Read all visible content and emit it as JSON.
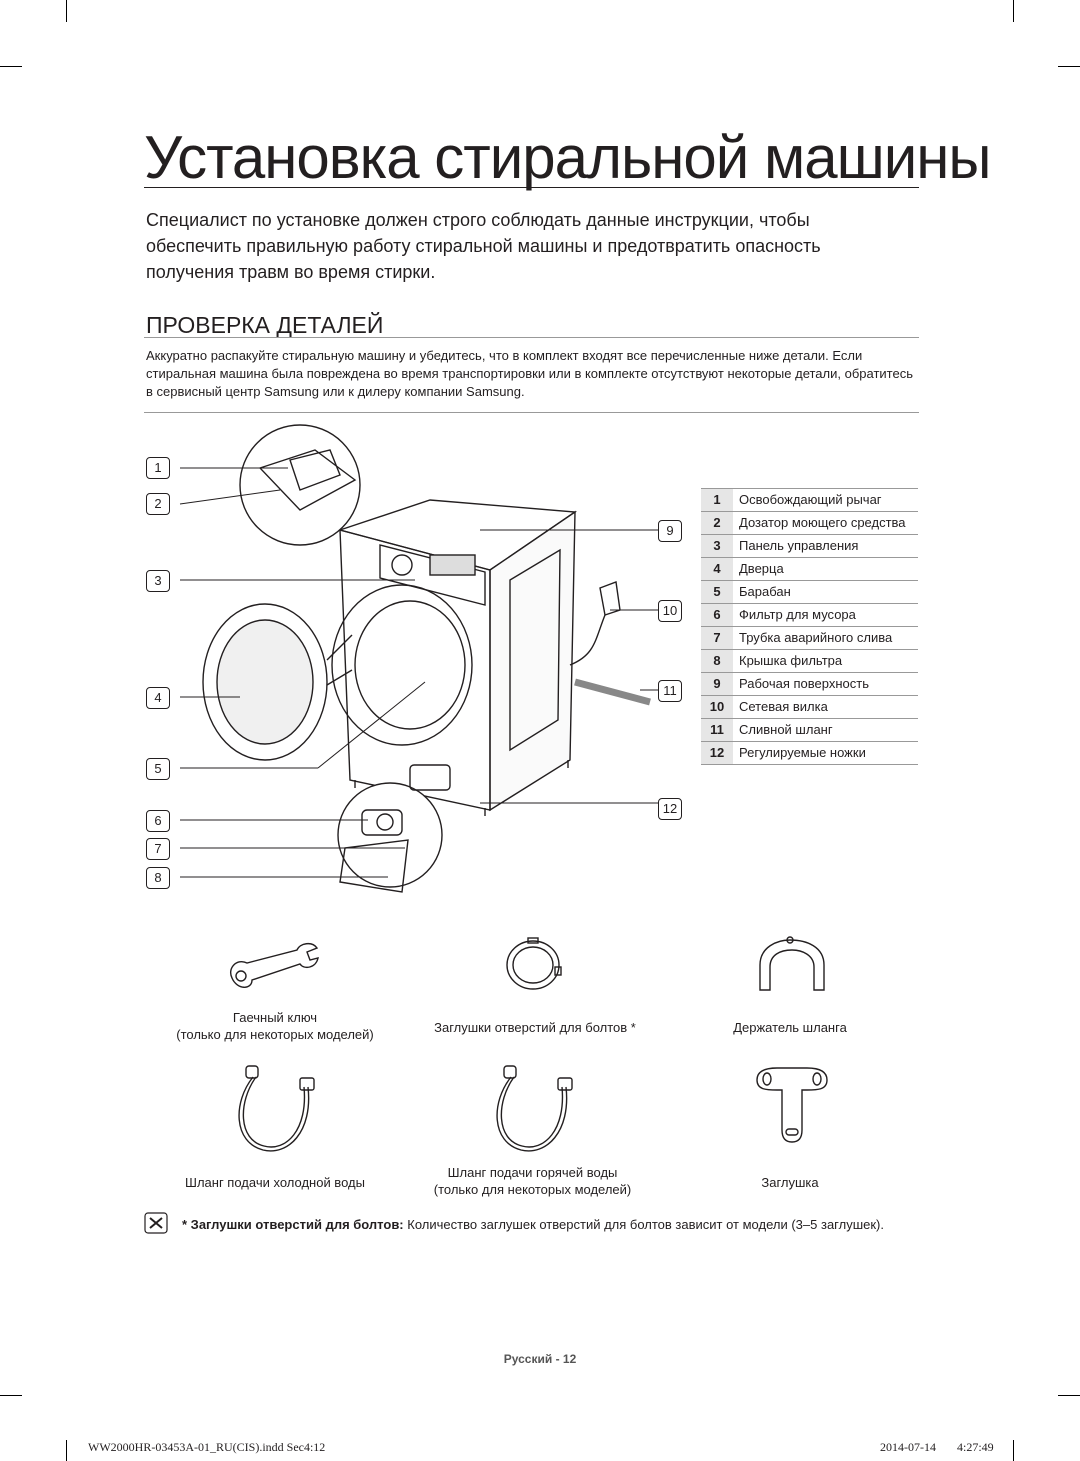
{
  "page": {
    "title": "Установка стиральной машины",
    "intro": "Специалист по установке должен строго соблюдать данные инструкции, чтобы обеспечить правильную работу стиральной машины и предотвратить опасность получения травм во время стирки."
  },
  "section": {
    "heading": "ПРОВЕРКА ДЕТАЛЕЙ",
    "paragraph": "Аккуратно распакуйте стиральную машину и убедитесь, что в комплект входят все перечисленные ниже детали. Если стиральная машина была повреждена во время транспортировки или в комплекте отсутствуют некоторые детали, обратитесь в сервисный центр Samsung или к дилеру компании Samsung."
  },
  "callouts": [
    "1",
    "2",
    "3",
    "4",
    "5",
    "6",
    "7",
    "8",
    "9",
    "10",
    "11",
    "12"
  ],
  "parts": [
    {
      "num": "1",
      "name": "Освобождающий рычаг"
    },
    {
      "num": "2",
      "name": "Дозатор моющего средства"
    },
    {
      "num": "3",
      "name": "Панель управления"
    },
    {
      "num": "4",
      "name": "Дверца"
    },
    {
      "num": "5",
      "name": "Барабан"
    },
    {
      "num": "6",
      "name": "Фильтр для мусора"
    },
    {
      "num": "7",
      "name": "Трубка аварийного слива"
    },
    {
      "num": "8",
      "name": "Крышка фильтра"
    },
    {
      "num": "9",
      "name": "Рабочая поверхность"
    },
    {
      "num": "10",
      "name": "Сетевая вилка"
    },
    {
      "num": "11",
      "name": "Сливной шланг"
    },
    {
      "num": "12",
      "name": "Регулируемые ножки"
    }
  ],
  "accessories": {
    "wrench": {
      "line1": "Гаечный ключ",
      "line2": "(только для некоторых моделей)"
    },
    "bolt_caps": {
      "line1": "Заглушки отверстий для болтов *"
    },
    "hose_holder": {
      "line1": "Держатель шланга"
    },
    "cold_hose": {
      "line1": "Шланг подачи холодной воды"
    },
    "hot_hose": {
      "line1": "Шланг подачи горячей воды",
      "line2": "(только для некоторых моделей)"
    },
    "plug": {
      "line1": "Заглушка"
    }
  },
  "note": {
    "bold": "* Заглушки отверстий для болтов:",
    "text": " Количество заглушек отверстий для болтов зависит от модели (3–5 заглушек)."
  },
  "footer": {
    "page_label": "Русский - 12",
    "slug_file": "WW2000HR-03453A-01_RU(CIS).indd   Sec4:12",
    "slug_date": "2014-07-14",
    "slug_time": "4:27:49"
  }
}
